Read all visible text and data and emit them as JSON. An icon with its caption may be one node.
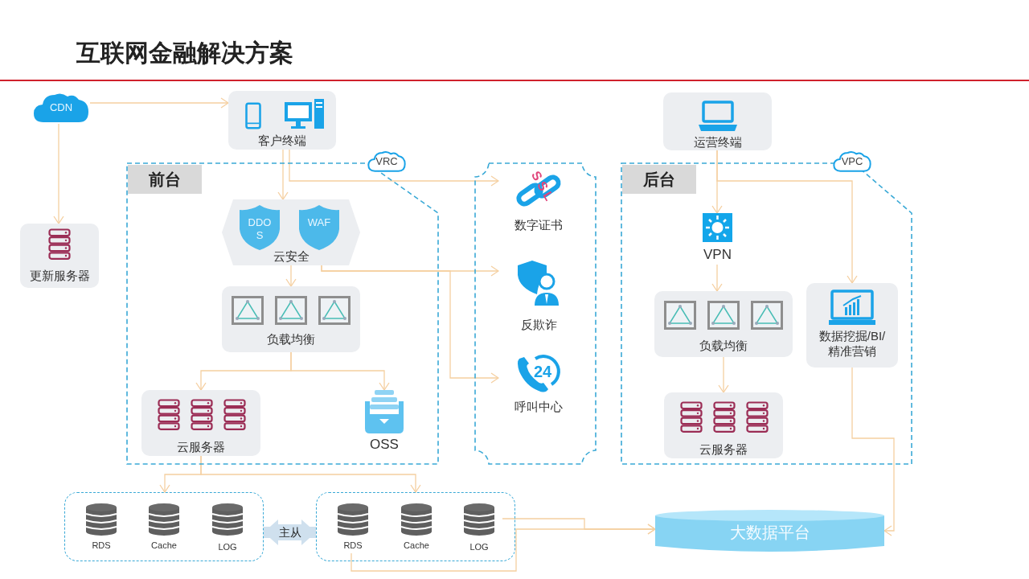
{
  "diagram": {
    "title": "互联网金融解决方案",
    "nodes": [
      {
        "text": [
          "CDN"
        ]
      },
      {
        "text": [
          "客户终端"
        ]
      },
      {
        "text": [
          "更新服务器"
        ]
      },
      {
        "text": [
          "前台"
        ]
      },
      {
        "text": [
          "VRC"
        ]
      },
      {
        "text": [
          "云安全"
        ],
        "in": 3
      },
      {
        "text": [
          "DDOS"
        ],
        "in": 5
      },
      {
        "text": [
          "WAF"
        ],
        "in": 5
      },
      {
        "text": [
          "负载均衡"
        ],
        "in": 3
      },
      {
        "text": [
          "云服务器"
        ],
        "in": 3
      },
      {
        "text": [
          "OSS"
        ],
        "in": 3
      },
      {
        "text": [],
        "shape": "box"
      },
      {
        "text": [
          "数字证书"
        ],
        "in": 11
      },
      {
        "text": [
          "反欺诈"
        ],
        "in": 11
      },
      {
        "text": [
          "呼叫中心"
        ],
        "in": 11
      },
      {
        "text": [
          "运营终端"
        ]
      },
      {
        "text": [
          "后台"
        ]
      },
      {
        "text": [
          "VPC"
        ]
      },
      {
        "text": [
          "VPN"
        ],
        "in": 16
      },
      {
        "text": [
          "负载均衡"
        ],
        "in": 16
      },
      {
        "text": [
          "云服务器"
        ],
        "in": 16
      },
      {
        "text": [
          "数据挖掘/BI/精准营销"
        ],
        "in": 16
      },
      {
        "text": [],
        "shape": "box"
      },
      {
        "text": [
          "RDS"
        ],
        "in": 22
      },
      {
        "text": [
          "Cache"
        ],
        "in": 22
      },
      {
        "text": [
          "LOG"
        ],
        "in": 22
      },
      {
        "text": [],
        "shape": "box"
      },
      {
        "text": [
          "RDS"
        ],
        "in": 26
      },
      {
        "text": [
          "Cache"
        ],
        "in": 26
      },
      {
        "text": [
          "LOG"
        ],
        "in": 26
      },
      {
        "text": [
          "大数据平台"
        ]
      }
    ],
    "edges": [
      {
        "from": 0,
        "to": 1,
        "arrow": "to"
      },
      {
        "from": 0,
        "to": 2,
        "arrow": "to"
      },
      {
        "from": 1,
        "to": 5,
        "arrow": "to"
      },
      {
        "from": 1,
        "to": 12,
        "arrow": "to"
      },
      {
        "from": 5,
        "to": 13,
        "arrow": "to"
      },
      {
        "from": 5,
        "to": 14,
        "arrow": "to"
      },
      {
        "from": 5,
        "to": 8,
        "arrow": "to"
      },
      {
        "from": 8,
        "to": 9,
        "arrow": "to"
      },
      {
        "from": 8,
        "to": 10,
        "arrow": "to"
      },
      {
        "from": 9,
        "to": 22,
        "arrow": "to"
      },
      {
        "from": 9,
        "to": 26,
        "arrow": "to"
      },
      {
        "from": 15,
        "to": 18,
        "arrow": "to"
      },
      {
        "from": 15,
        "to": 21,
        "arrow": "to"
      },
      {
        "from": 18,
        "to": 19,
        "arrow": "to"
      },
      {
        "from": 19,
        "to": 20,
        "arrow": "to"
      },
      {
        "from": 21,
        "to": 30,
        "arrow": "to"
      },
      {
        "from": 29,
        "to": 30,
        "arrow": "to"
      },
      {
        "from": 27,
        "to": 30,
        "arrow": "to"
      },
      {
        "from": 22,
        "to": 26,
        "arrow": "both",
        "label": "主从",
        "style": "thick",
        "color": "#cfe0ee"
      }
    ],
    "labels": [
      "SSL",
      "24"
    ]
  }
}
